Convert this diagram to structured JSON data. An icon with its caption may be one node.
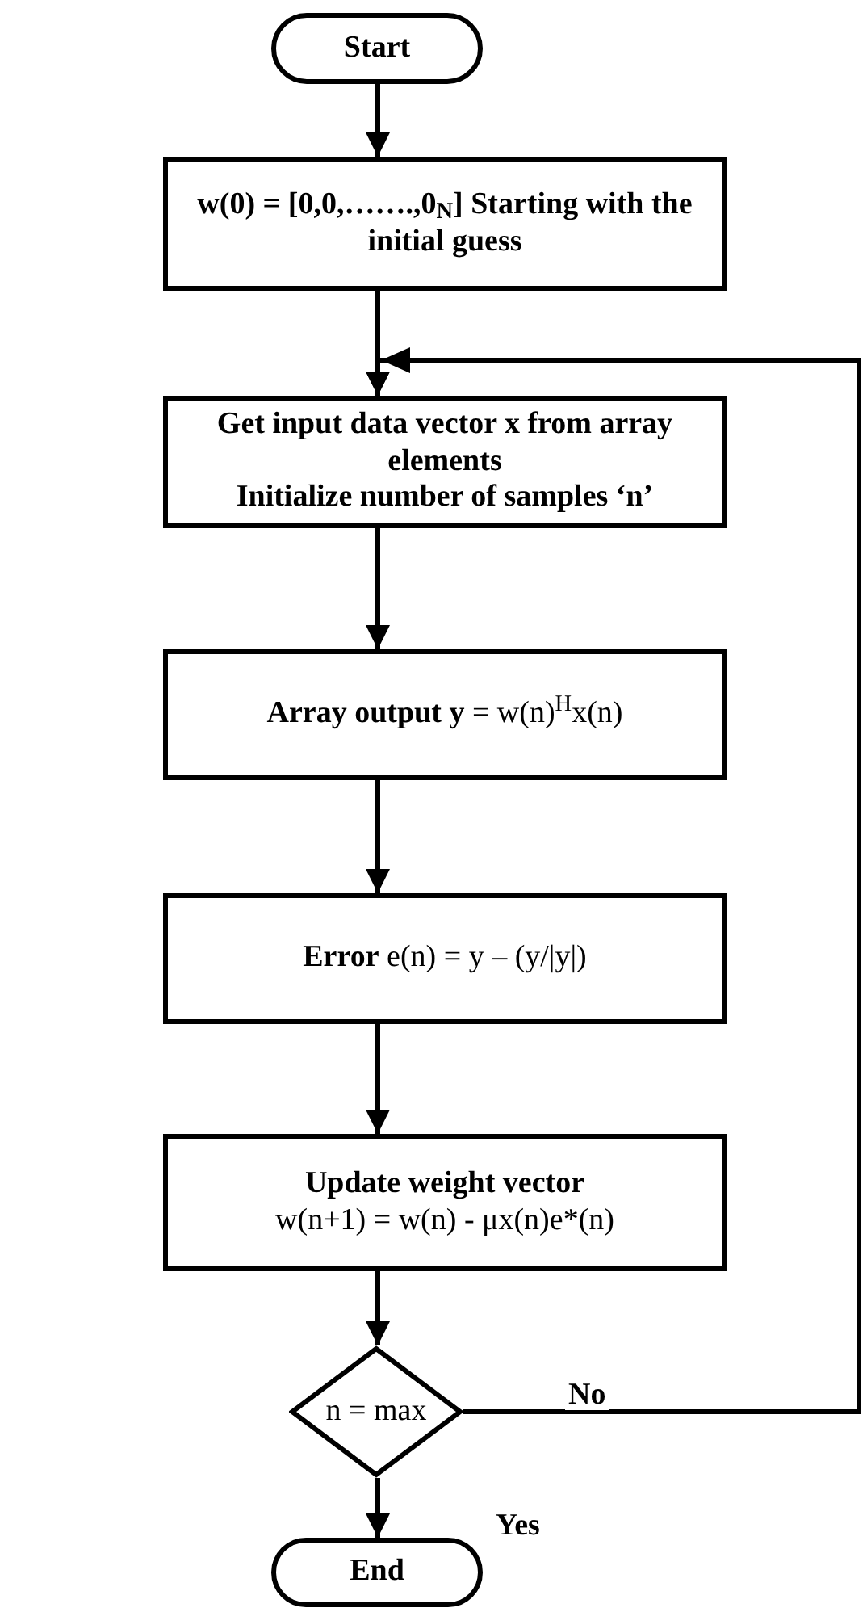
{
  "diagram": {
    "nodes": [
      {
        "text": [
          "Start"
        ]
      },
      {
        "text": [
          "w(0) = [0,0,…….,0$_{N}$] Starting with the initial guess"
        ]
      },
      {
        "text": [
          "Get input data vector x from array elements",
          "Initialize number of samples ‘n’"
        ]
      },
      {
        "text": [
          "**Array output y** = w(n)$^{H}$x(n)"
        ]
      },
      {
        "text": [
          "**Error** e(n) = y – (y/|y|)"
        ]
      },
      {
        "text": [
          "Update weight vector",
          "w(n+1) = w(n) - μx(n)e*(n)"
        ]
      },
      {
        "text": [
          "n = max"
        ]
      },
      {
        "text": [
          "End"
        ]
      }
    ],
    "edges": [
      {
        "from": 0,
        "to": 1,
        "arrow": "to"
      },
      {
        "from": 1,
        "to": 2,
        "arrow": "to"
      },
      {
        "from": 2,
        "to": 3,
        "arrow": "to"
      },
      {
        "from": 3,
        "to": 4,
        "arrow": "to"
      },
      {
        "from": 4,
        "to": 5,
        "arrow": "to"
      },
      {
        "from": 5,
        "to": 6,
        "arrow": "to"
      },
      {
        "from": 6,
        "to": 2,
        "arrow": "to",
        "label": "No"
      },
      {
        "from": 6,
        "to": 7,
        "arrow": "to",
        "label": "Yes"
      }
    ]
  }
}
